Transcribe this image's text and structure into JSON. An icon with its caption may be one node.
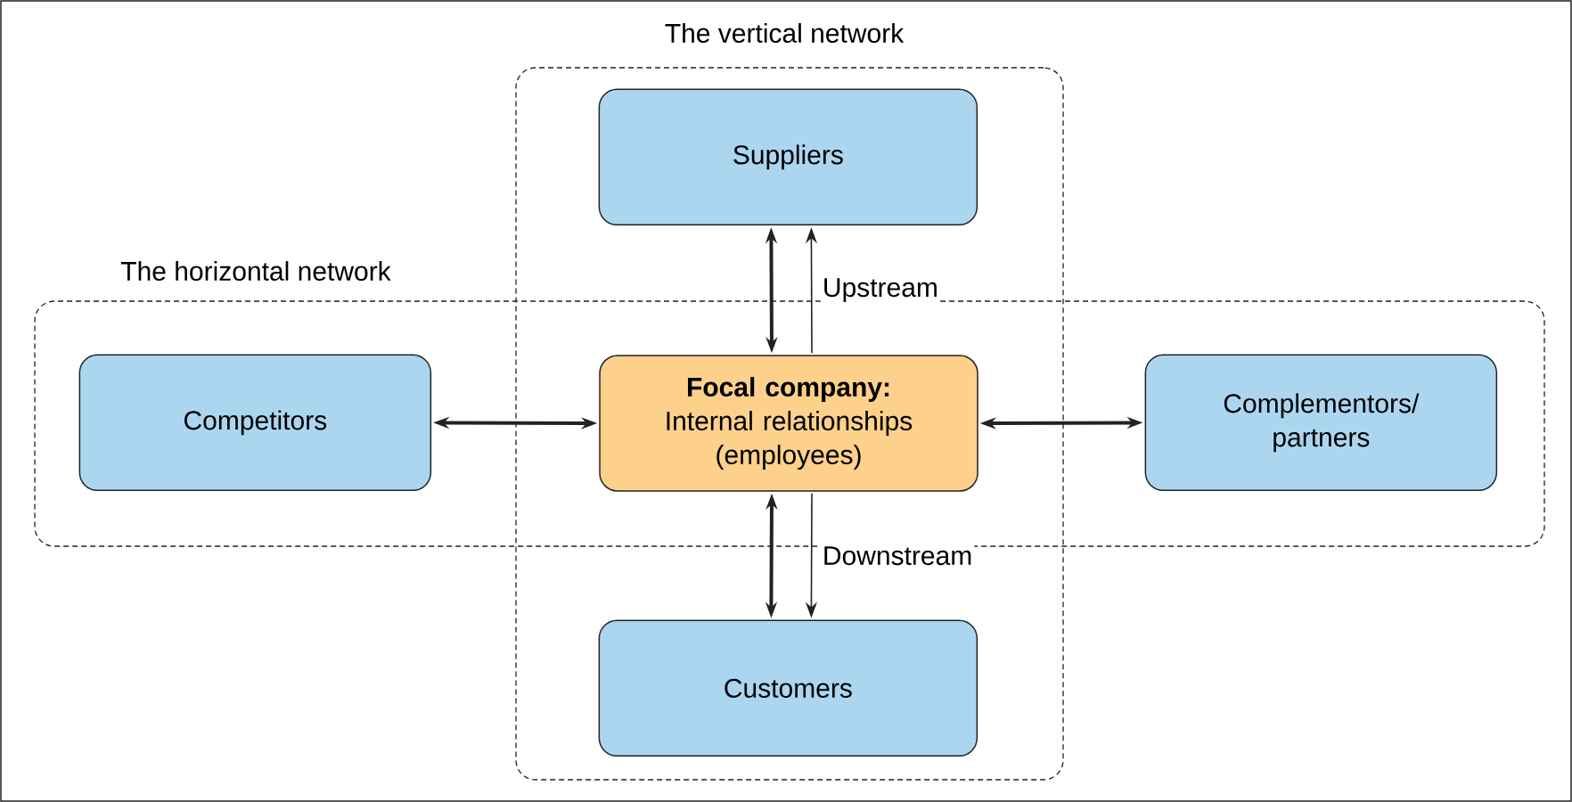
{
  "diagram": {
    "nodes": [
      {
        "text": [
          "The vertical network"
        ]
      },
      {
        "text": [
          "Suppliers"
        ],
        "in": 0
      },
      {
        "text": [
          "The horizontal network"
        ]
      },
      {
        "text": [
          "Competitors"
        ],
        "in": 2
      },
      {
        "text": [
          "Focal company:",
          "Internal relationships (employees)"
        ]
      },
      {
        "text": [
          "Complementors/ partners"
        ],
        "in": 2
      },
      {
        "text": [
          "Customers"
        ],
        "in": 0
      }
    ],
    "edges": [
      {
        "from": 1,
        "to": 4,
        "arrow": "both"
      },
      {
        "from": 4,
        "to": 1,
        "arrow": "to",
        "label": "Upstream"
      },
      {
        "from": 3,
        "to": 4,
        "arrow": "both"
      },
      {
        "from": 4,
        "to": 5,
        "arrow": "both"
      },
      {
        "from": 4,
        "to": 6,
        "arrow": "both"
      },
      {
        "from": 4,
        "to": 6,
        "arrow": "to",
        "label": "Downstream"
      }
    ]
  }
}
